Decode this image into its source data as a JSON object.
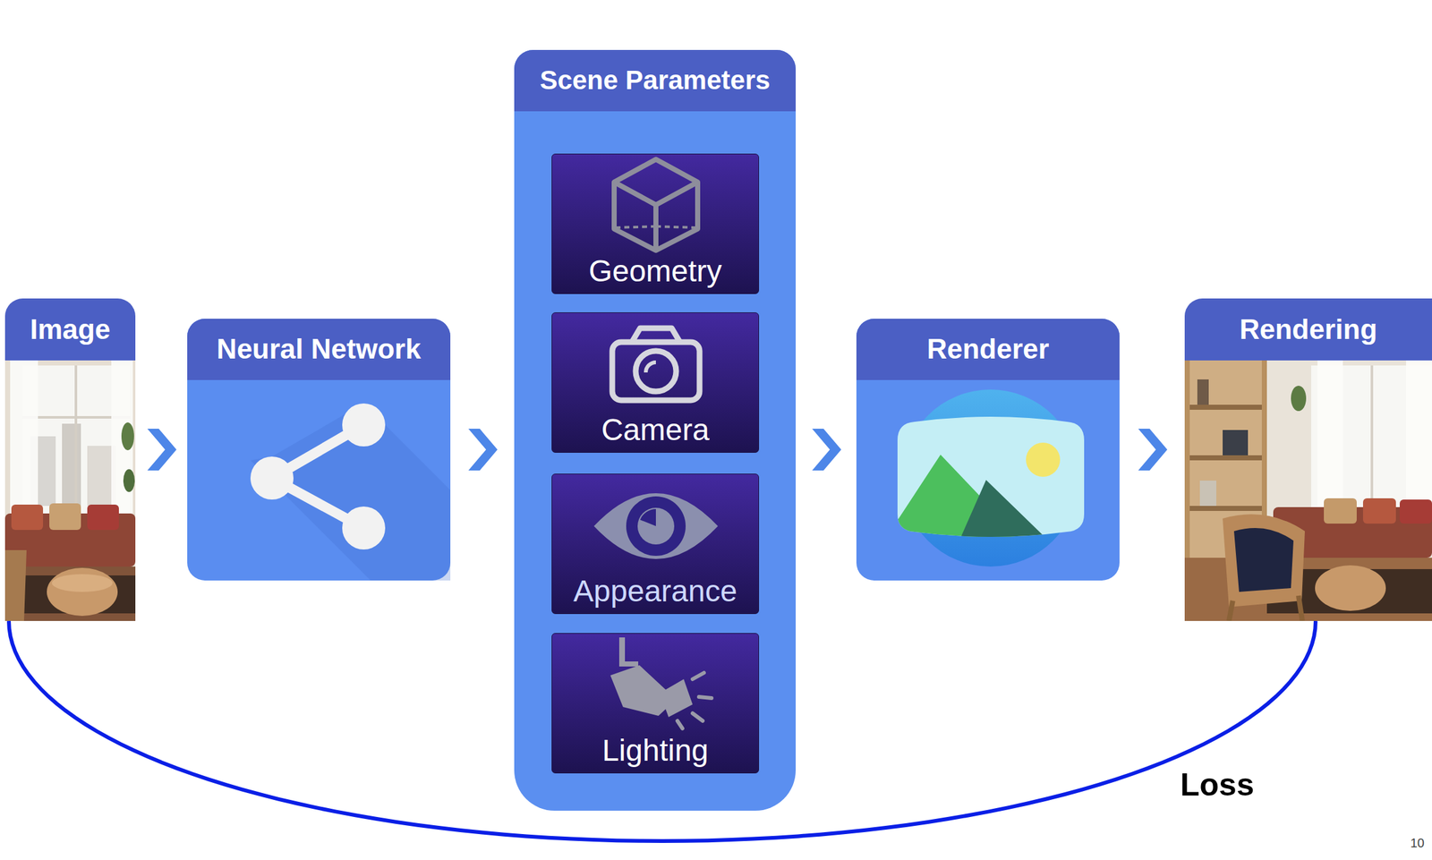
{
  "diagram": {
    "nodes": [
      {
        "text": [
          "Image"
        ]
      },
      {
        "text": [
          "Neural Network"
        ]
      },
      {
        "text": [
          "Scene Parameters"
        ]
      },
      {
        "text": [
          "Geometry"
        ],
        "in": 2
      },
      {
        "text": [
          "Camera"
        ],
        "in": 2
      },
      {
        "text": [
          "Appearance"
        ],
        "in": 2
      },
      {
        "text": [
          "Lighting"
        ],
        "in": 2
      },
      {
        "text": [
          "Renderer"
        ]
      },
      {
        "text": [
          "Rendering"
        ]
      }
    ],
    "edges": [
      {
        "from": 0,
        "to": 1,
        "arrow": "to"
      },
      {
        "from": 1,
        "to": 2,
        "arrow": "to"
      },
      {
        "from": 2,
        "to": 7,
        "arrow": "to"
      },
      {
        "from": 7,
        "to": 8,
        "arrow": "to"
      },
      {
        "from": 0,
        "to": 8,
        "label": "Loss",
        "arrow": "none"
      }
    ],
    "labels": [
      "10"
    ]
  }
}
